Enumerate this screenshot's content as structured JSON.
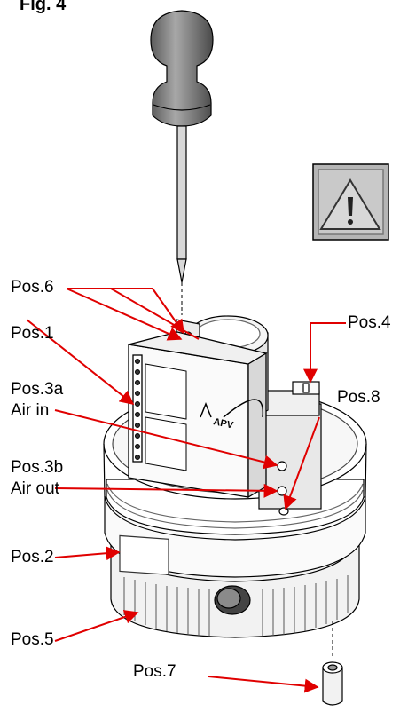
{
  "figure": {
    "title": "Fig. 4"
  },
  "labels": {
    "pos6": "Pos.6",
    "pos1": "Pos.1",
    "pos4": "Pos.4",
    "pos3a": "Pos.3a",
    "air_in": "Air in",
    "pos8": "Pos.8",
    "pos3b": "Pos.3b",
    "air_out": "Air out",
    "pos2": "Pos.2",
    "pos5": "Pos.5",
    "pos7": "Pos.7"
  },
  "device_text": {
    "brand": "APV"
  },
  "warning": {
    "icon": "warning-icon"
  },
  "colors": {
    "callout": "#e00000",
    "outline": "#000000",
    "shade": "#7a7a7a"
  }
}
